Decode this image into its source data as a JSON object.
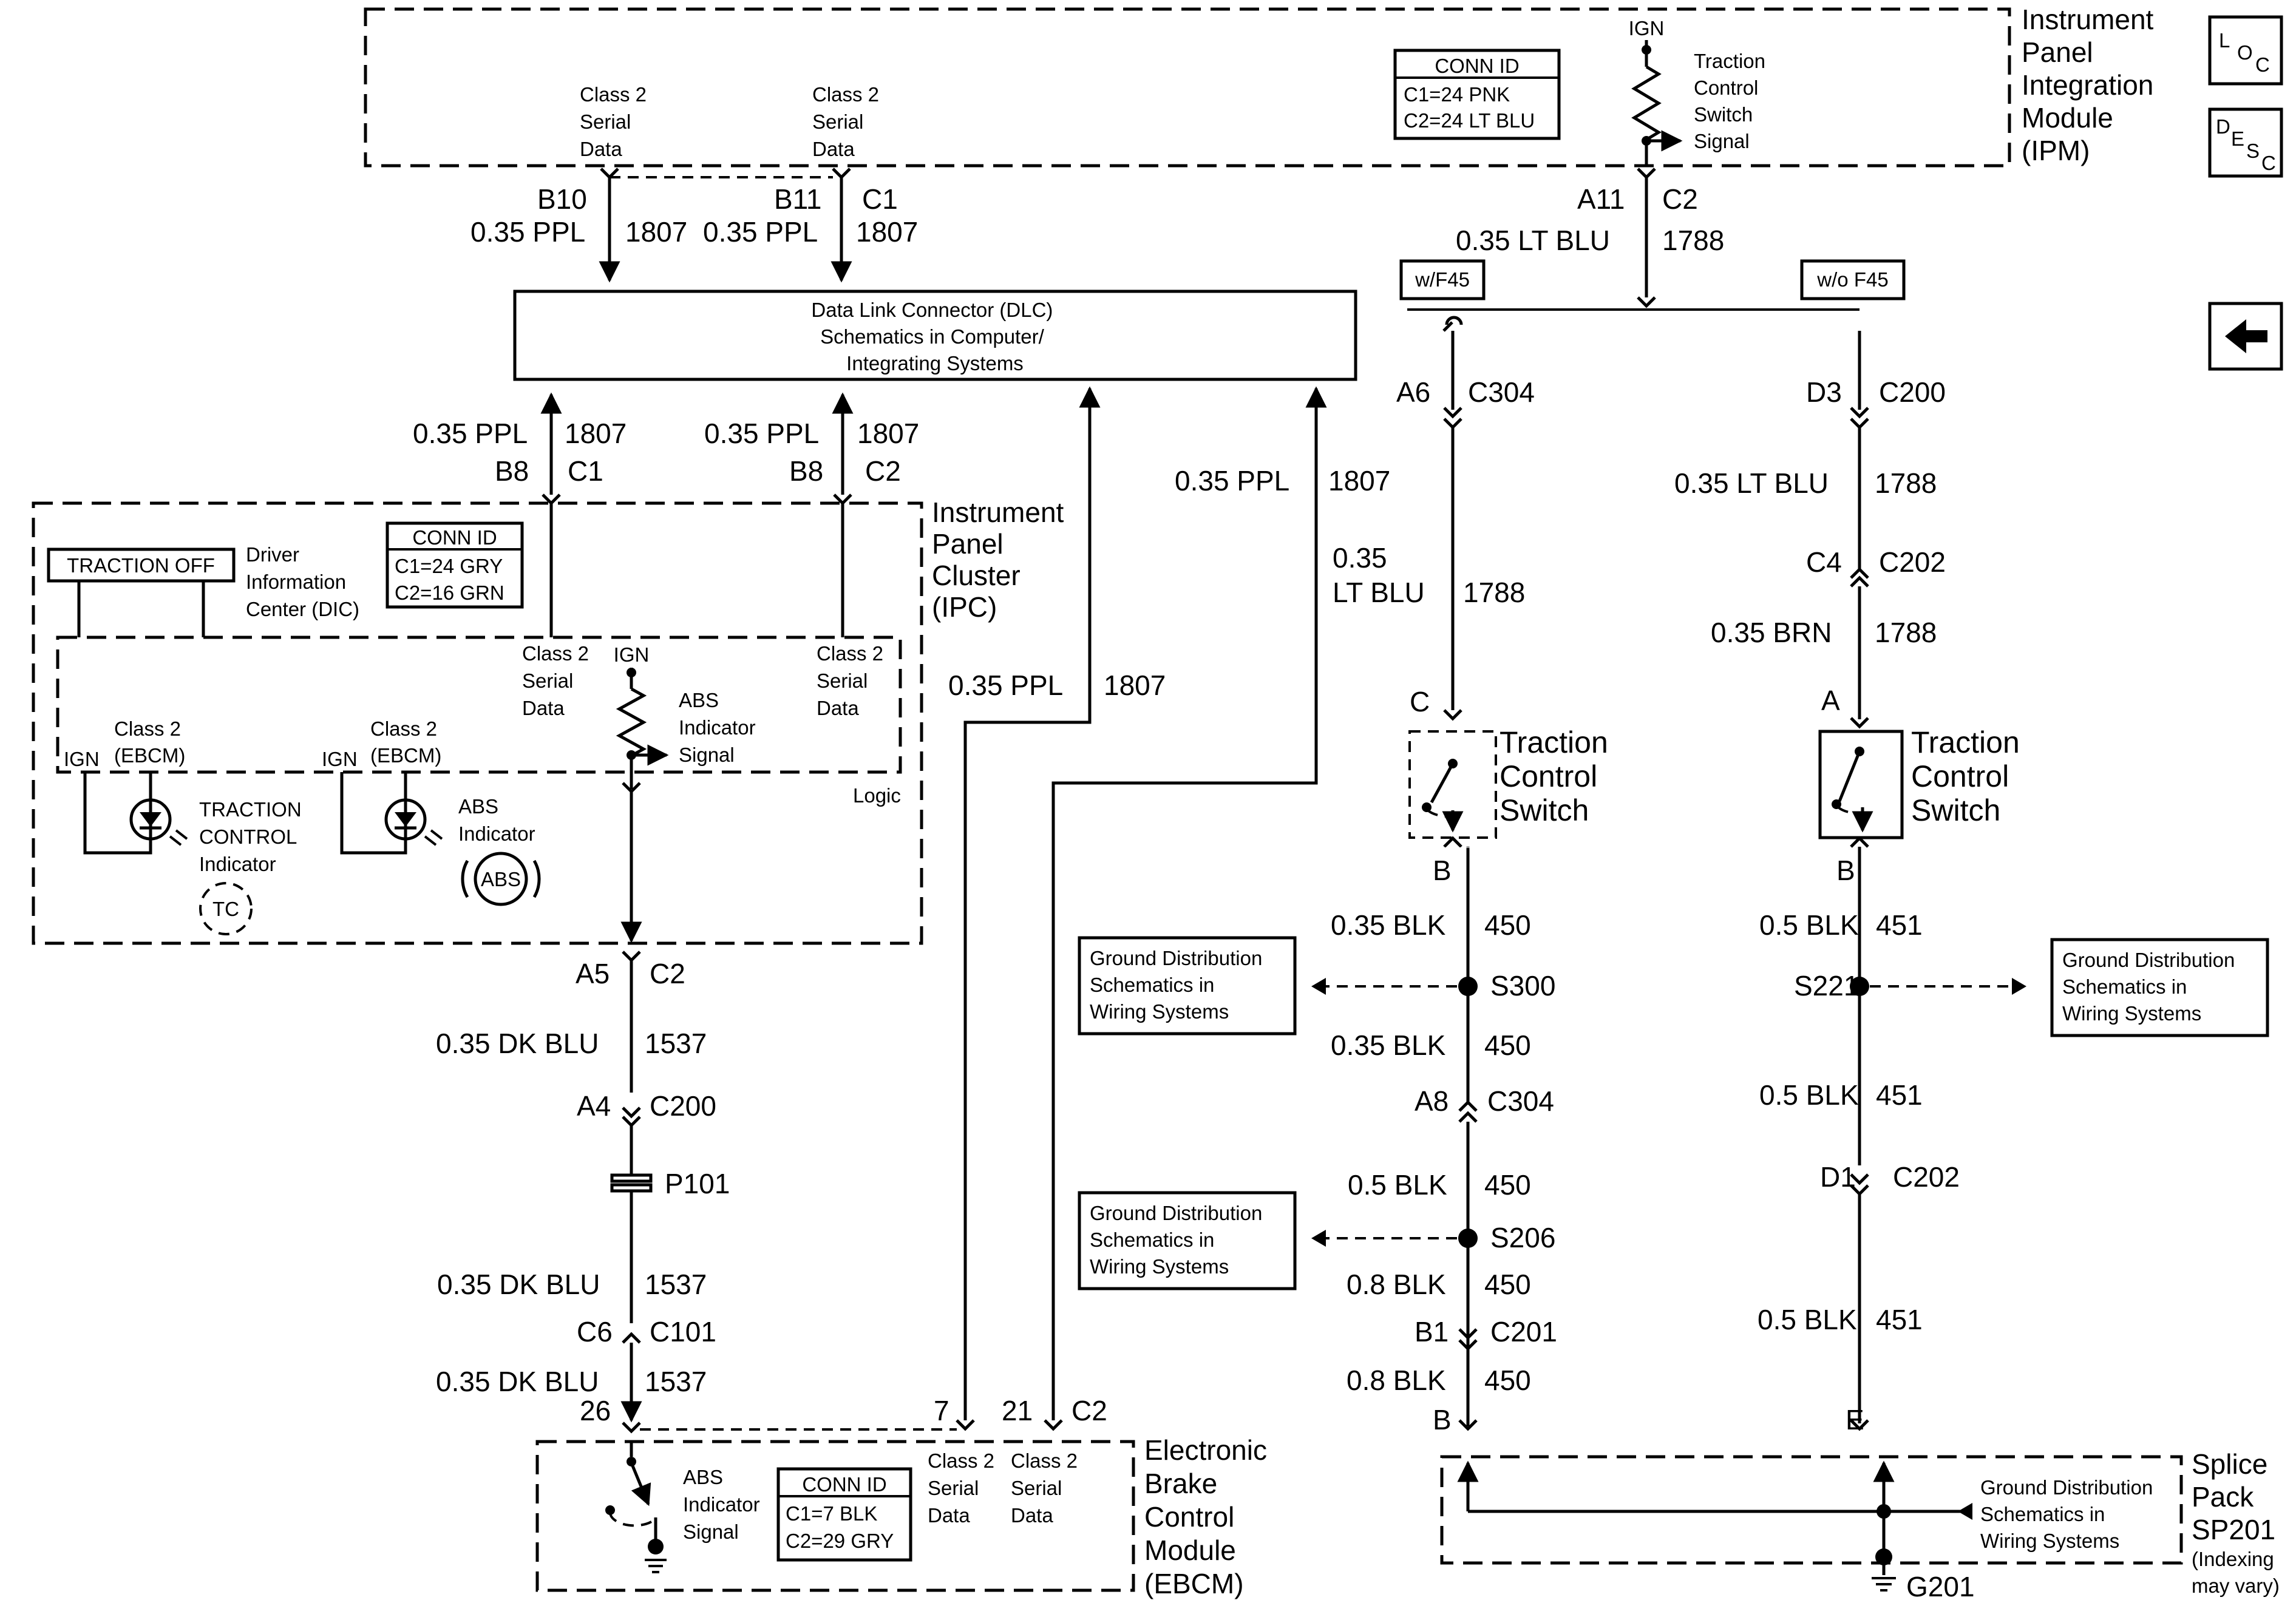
{
  "nav": {
    "loc_l": "L",
    "loc_o": "O",
    "loc_c": "C",
    "desc_d": "D",
    "desc_e": "E",
    "desc_s": "S",
    "desc_c": "C",
    "back_icon": "left-arrow-icon"
  },
  "ipm": {
    "title": [
      "Instrument",
      "Panel",
      "Integration",
      "Module",
      "(IPM)"
    ],
    "conn_id": {
      "header": "CONN ID",
      "c1": "C1=24 PNK",
      "c2": "C2=24 LT BLU"
    },
    "class2_a": [
      "Class 2",
      "Serial",
      "Data"
    ],
    "class2_b": [
      "Class 2",
      "Serial",
      "Data"
    ],
    "ign": "IGN",
    "tcs_signal": [
      "Traction",
      "Control",
      "Switch",
      "Signal"
    ]
  },
  "wires_top": {
    "b10": "B10",
    "ppl_a": "0.35 PPL",
    "n1807_a": "1807",
    "b11": "B11",
    "c1": "C1",
    "ppl_b": "0.35 PPL",
    "n1807_b": "1807",
    "a11": "A11",
    "c2": "C2",
    "ltblu": "0.35 LT BLU",
    "n1788": "1788"
  },
  "dlc": {
    "lines": [
      "Data Link Connector (DLC)",
      "Schematics in Computer/",
      "Integrating Systems"
    ]
  },
  "ipc_wires": {
    "ppl_l": "0.35 PPL",
    "n_l": "1807",
    "b8_l": "B8",
    "c1": "C1",
    "ppl_r": "0.35 PPL",
    "n_r": "1807",
    "b8_r": "B8",
    "c2": "C2"
  },
  "ipc": {
    "title": [
      "Instrument",
      "Panel",
      "Cluster",
      "(IPC)"
    ],
    "traction_off": "TRACTION OFF",
    "dic": [
      "Driver",
      "Information",
      "Center (DIC)"
    ],
    "conn_id": {
      "header": "CONN ID",
      "c1": "C1=24 GRY",
      "c2": "C2=16 GRN"
    },
    "class2_l": [
      "Class 2",
      "Serial",
      "Data"
    ],
    "class2_r": [
      "Class 2",
      "Serial",
      "Data"
    ],
    "ign": "IGN",
    "abs_signal": [
      "ABS",
      "Indicator",
      "Signal"
    ],
    "class2_ebcm_1": [
      "Class 2",
      "(EBCM)"
    ],
    "class2_ebcm_2": [
      "Class 2",
      "(EBCM)"
    ],
    "ign_1": "IGN",
    "ign_2": "IGN",
    "tc_indicator": [
      "TRACTION",
      "CONTROL",
      "Indicator"
    ],
    "tc_badge": "TC",
    "abs_indicator": [
      "ABS",
      "Indicator"
    ],
    "abs_badge": "ABS",
    "logic": "Logic"
  },
  "abs_wire": {
    "a5": "A5",
    "c2": "C2",
    "dkblu_1": "0.35 DK BLU",
    "n1537_1": "1537",
    "a4": "A4",
    "c200": "C200",
    "p101": "P101",
    "dkblu_2": "0.35 DK BLU",
    "n1537_2": "1537",
    "c6": "C6",
    "c101": "C101",
    "dkblu_3": "0.35 DK BLU",
    "n1537_3": "1537",
    "pin26": "26"
  },
  "mid_wires": {
    "ppl_1": "0.35 PPL",
    "n_1": "1807",
    "ltblu_a": "0.35",
    "ltblu_b": "LT BLU",
    "n_2": "1788",
    "ppl_2": "0.35 PPL",
    "n_3": "1807"
  },
  "ebcm": {
    "pin7": "7",
    "pin21": "21",
    "c2": "C2",
    "class2_a": [
      "Class 2",
      "Serial",
      "Data"
    ],
    "class2_b": [
      "Class 2",
      "Serial",
      "Data"
    ],
    "abs_signal": [
      "ABS",
      "Indicator",
      "Signal"
    ],
    "conn_id": {
      "header": "CONN ID",
      "c1": "C1=7 BLK",
      "c2": "C2=29 GRY"
    },
    "title": [
      "Electronic",
      "Brake",
      "Control",
      "Module",
      "(EBCM)"
    ]
  },
  "branch": {
    "wf45": "w/F45",
    "wof45": "w/o F45"
  },
  "left_branch": {
    "a6": "A6",
    "c304": "C304",
    "c_pin": "C",
    "tcs_title": [
      "Traction",
      "Control",
      "Switch"
    ],
    "b_pin": "B",
    "blk1": "0.35 BLK",
    "n450_1": "450",
    "s300": "S300",
    "gd1": [
      "Ground Distribution",
      "Schematics in",
      "Wiring Systems"
    ],
    "blk2": "0.35 BLK",
    "n450_2": "450",
    "a8": "A8",
    "c304b": "C304",
    "blk3": "0.5 BLK",
    "n450_3": "450",
    "gd2": [
      "Ground Distribution",
      "Schematics in",
      "Wiring Systems"
    ],
    "s206": "S206",
    "blk4": "0.8 BLK",
    "n450_4": "450",
    "b1": "B1",
    "c201": "C201",
    "blk5": "0.8 BLK",
    "n450_5": "450",
    "b_end": "B"
  },
  "right_branch": {
    "d3": "D3",
    "c200": "C200",
    "ltblu": "0.35 LT BLU",
    "n1788": "1788",
    "c4": "C4",
    "c202": "C202",
    "brn": "0.35 BRN",
    "n1788b": "1788",
    "a_pin": "A",
    "tcs_title": [
      "Traction",
      "Control",
      "Switch"
    ],
    "b_pin": "B",
    "blk1": "0.5 BLK",
    "n451_1": "451",
    "s221": "S221",
    "gd": [
      "Ground Distribution",
      "Schematics in",
      "Wiring Systems"
    ],
    "blk2": "0.5 BLK",
    "n451_2": "451",
    "d1": "D1",
    "c202b": "C202",
    "blk3": "0.5 BLK",
    "n451_3": "451",
    "e_pin": "E"
  },
  "splice": {
    "title": [
      "Splice",
      "Pack",
      "SP201"
    ],
    "note": [
      "(Indexing",
      "may vary)"
    ],
    "gd": [
      "Ground Distribution",
      "Schematics in",
      "Wiring Systems"
    ],
    "g201": "G201"
  }
}
